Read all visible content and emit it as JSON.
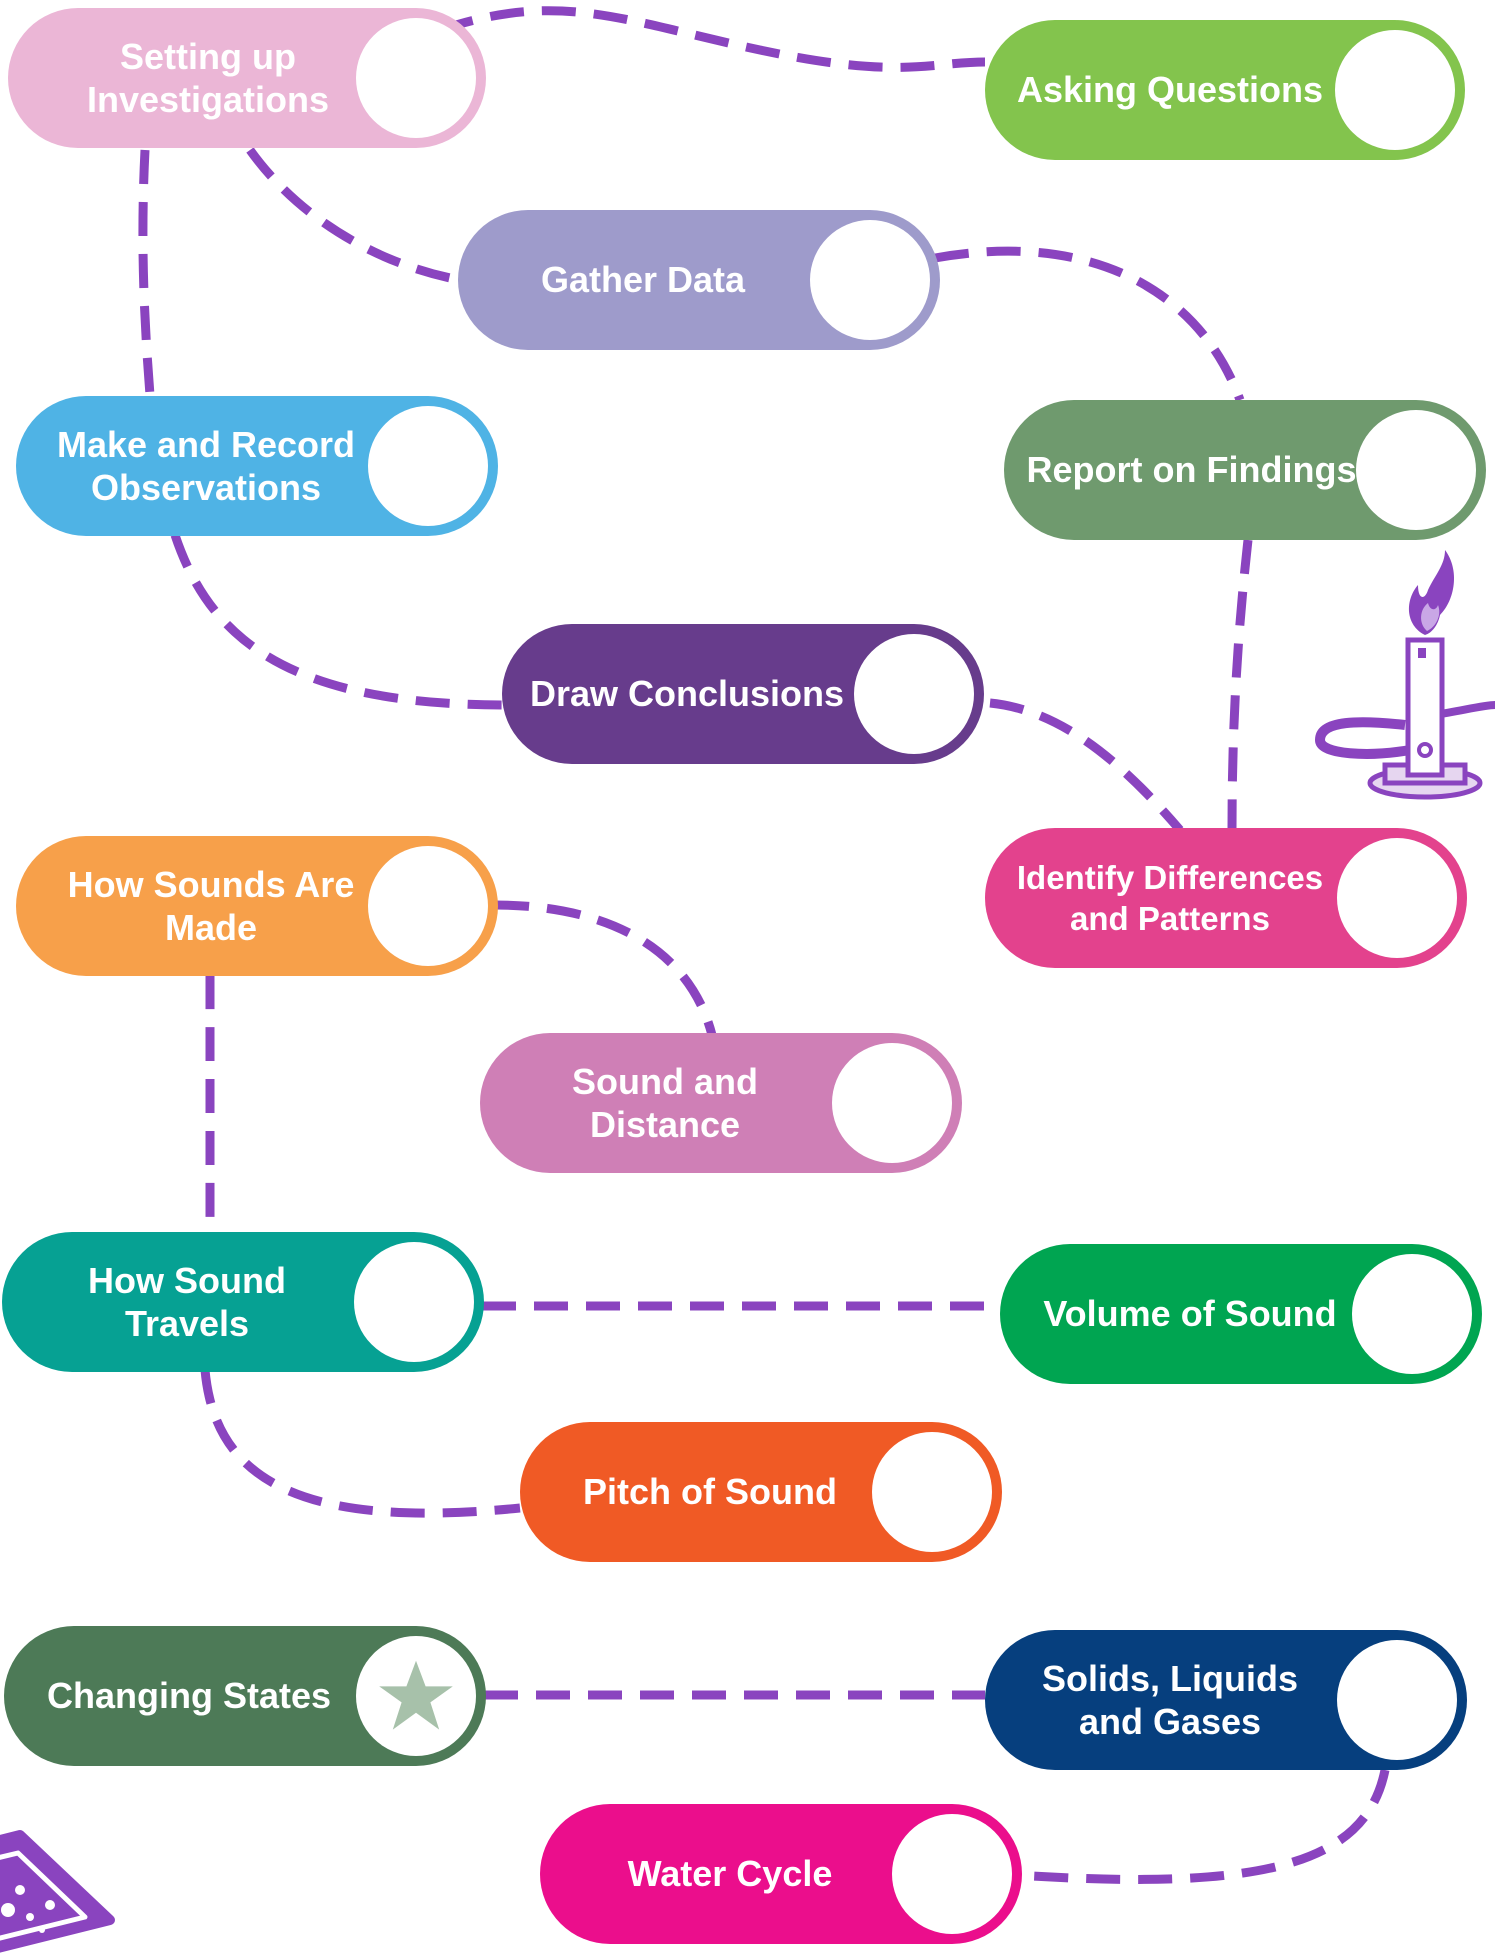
{
  "nodes": {
    "setting_up_investigations": {
      "label": "Setting up Investigations",
      "color": "#ebb6d6"
    },
    "asking_questions": {
      "label": "Asking Questions",
      "color": "#83c44d"
    },
    "gather_data": {
      "label": "Gather Data",
      "color": "#9e9bcb"
    },
    "make_and_record_observations": {
      "label": "Make and Record Observations",
      "color": "#4fb3e5"
    },
    "report_on_findings": {
      "label": "Report on Findings",
      "color": "#6f9a6e"
    },
    "draw_conclusions": {
      "label": "Draw Conclusions",
      "color": "#673c8c"
    },
    "identify_differences_and_patterns": {
      "label": "Identify Differences and Patterns",
      "color": "#e3428d"
    },
    "how_sounds_are_made": {
      "label": "How Sounds Are Made",
      "color": "#f7a04a"
    },
    "sound_and_distance": {
      "label": "Sound and Distance",
      "color": "#cf7fb6"
    },
    "how_sound_travels": {
      "label": "How Sound Travels",
      "color": "#06a193"
    },
    "volume_of_sound": {
      "label": "Volume of Sound",
      "color": "#00a551"
    },
    "pitch_of_sound": {
      "label": "Pitch of Sound",
      "color": "#f05a25"
    },
    "changing_states": {
      "label": "Changing States",
      "color": "#4d7a57"
    },
    "solids_liquids_and_gases": {
      "label": "Solids, Liquids and Gases",
      "color": "#063f7e"
    },
    "water_cycle": {
      "label": "Water Cycle",
      "color": "#eb0e8c"
    }
  },
  "connector_color": "#8a44bf",
  "star_color": "#a7c1aa",
  "illustrations": {
    "burner_icon": "bunsen-burner",
    "flask_icon": "conical-flask"
  }
}
